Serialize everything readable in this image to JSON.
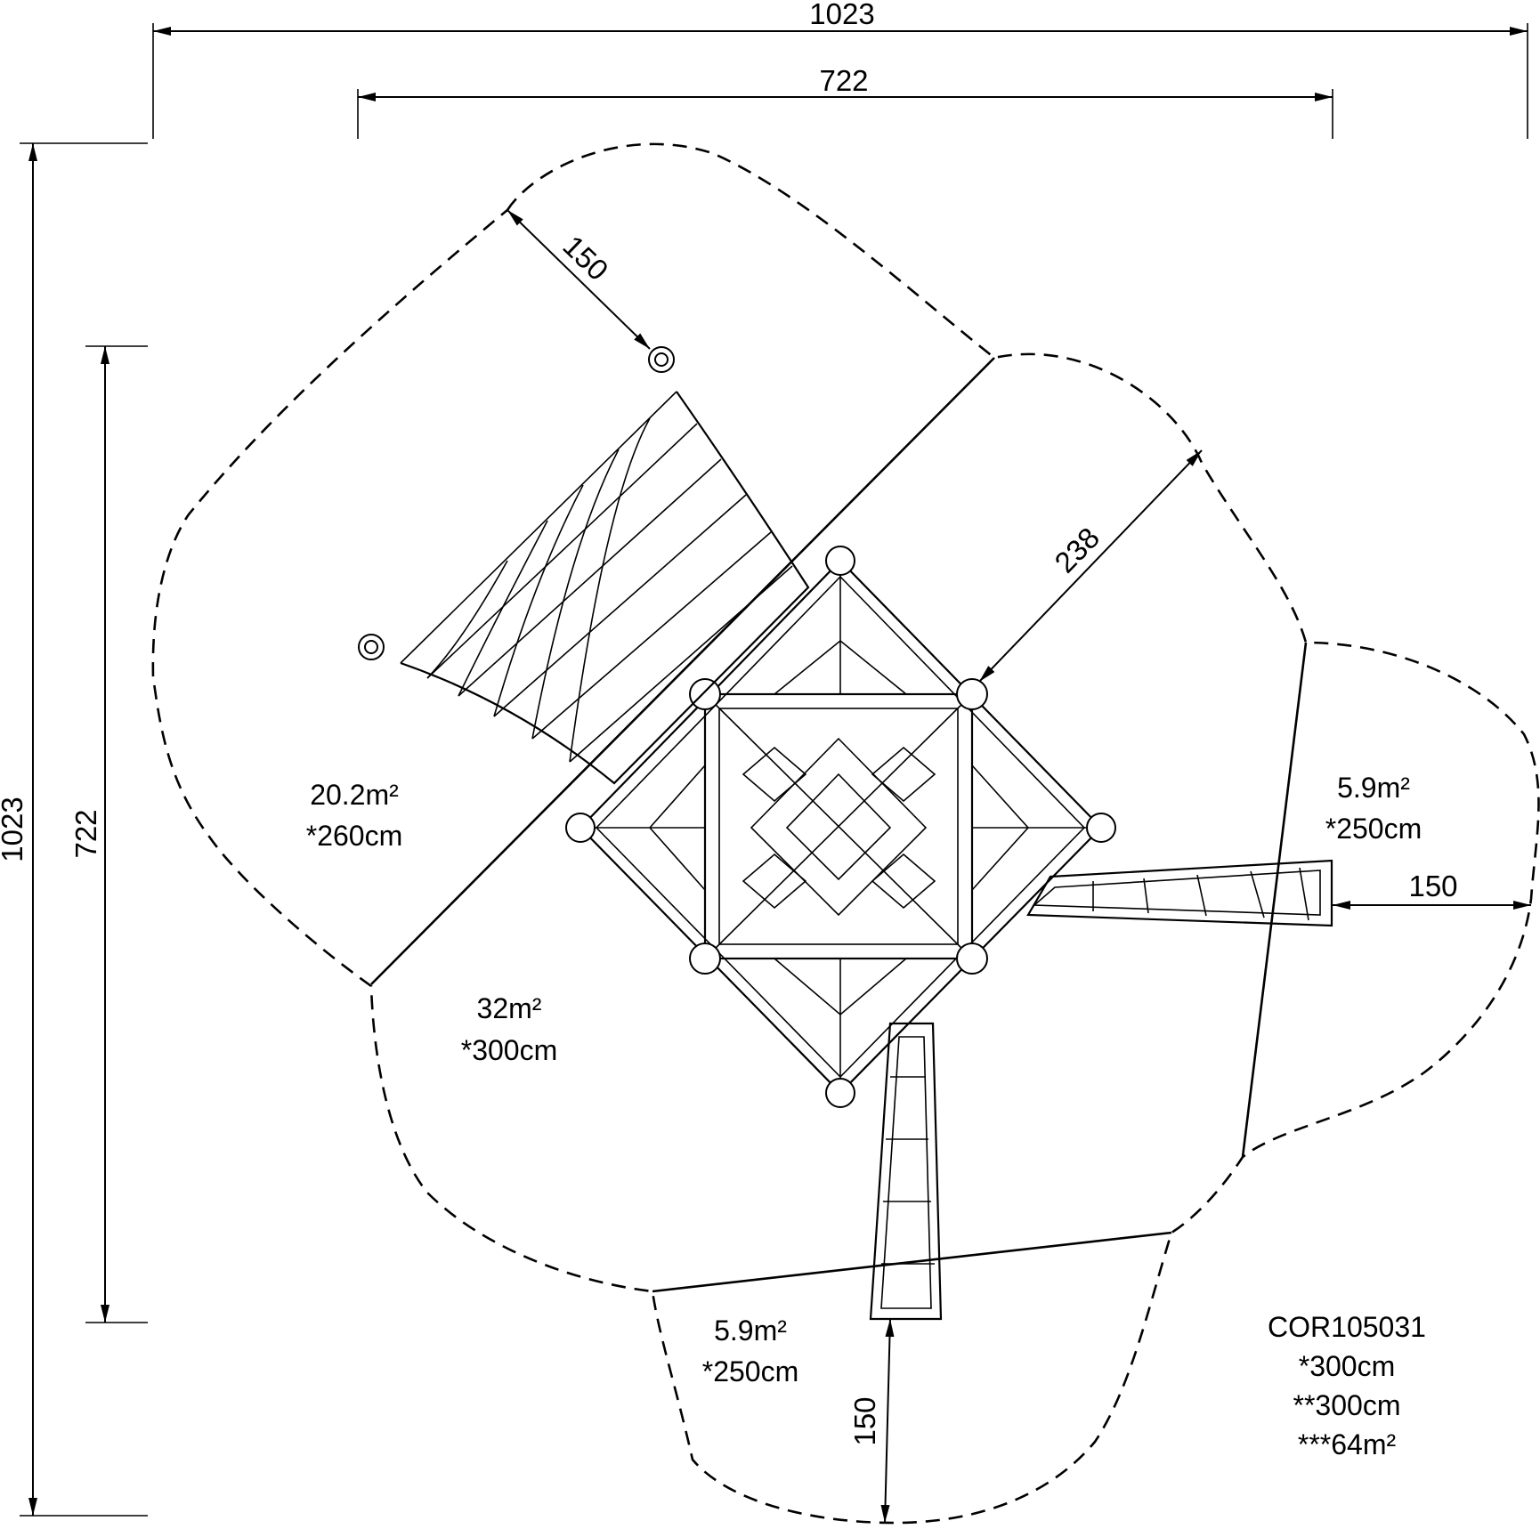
{
  "dimensions": {
    "overall_width": "1023",
    "inner_width": "722",
    "overall_height": "1023",
    "inner_height": "722",
    "top_left_clearance": "150",
    "diagonal_right": "238",
    "right_clearance": "150",
    "bottom_clearance": "150"
  },
  "zones": [
    {
      "area": "20.2m²",
      "height": "*260cm"
    },
    {
      "area": "32m²",
      "height": "*300cm"
    },
    {
      "area": "5.9m²",
      "height": "*250cm"
    },
    {
      "area": "5.9m²",
      "height": "*250cm"
    }
  ],
  "product": {
    "code": "COR105031",
    "fall_height": "*300cm",
    "free_height": "**300cm",
    "total_area": "***64m²"
  }
}
